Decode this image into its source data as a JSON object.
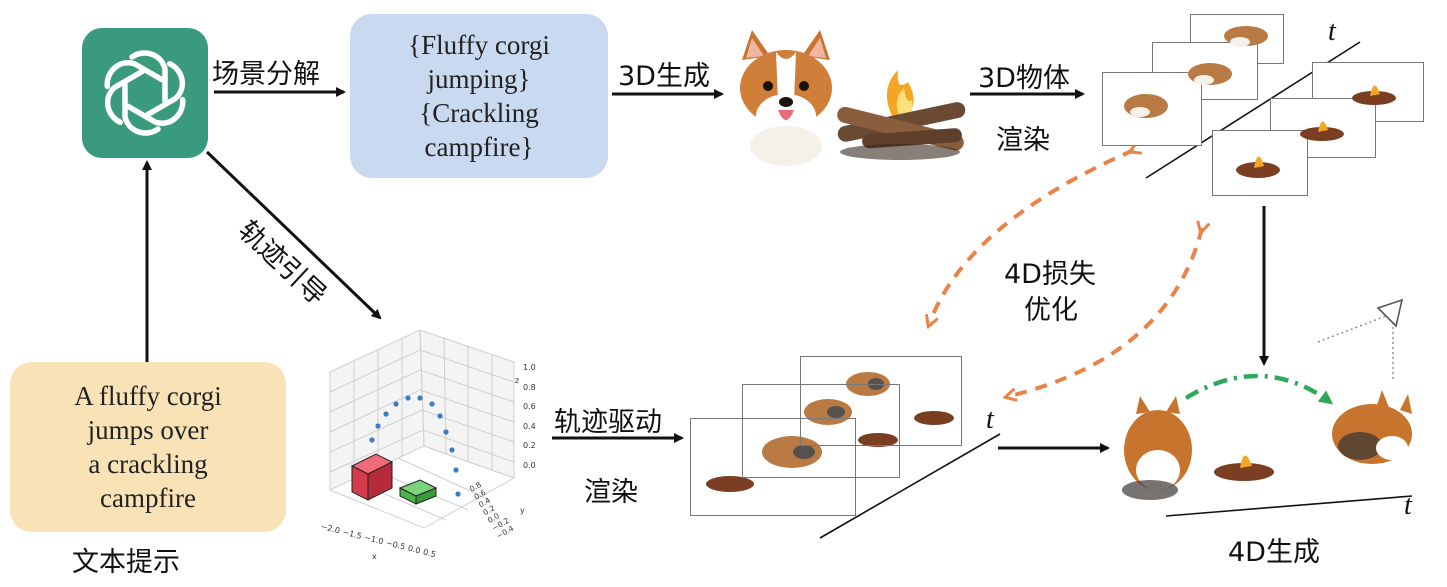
{
  "labels": {
    "scene_decompose": "场景分解",
    "gen_3d": "3D生成",
    "render_3d_line1": "3D物体",
    "render_3d_line2": "渲染",
    "traj_guide": "轨迹引导",
    "traj_render_line1": "轨迹驱动",
    "traj_render_line2": "渲染",
    "loss_line1": "4D损失",
    "loss_line2": "优化",
    "prompt_caption": "文本提示",
    "gen_4d": "4D生成",
    "t": "t"
  },
  "prompt_box": {
    "lines": [
      "A fluffy corgi",
      "jumps over",
      "a crackling",
      "campfire"
    ]
  },
  "scene_box": {
    "lines": [
      "{Fluffy corgi",
      "jumping}",
      "{Crackling",
      "campfire}"
    ]
  },
  "plot3d": {
    "z_ticks": [
      "1.0",
      "0.8",
      "0.6",
      "0.4",
      "0.2",
      "0.0"
    ],
    "x_ticks": [
      "−2.0",
      "−1.5",
      "−1.0",
      "−0.5",
      "0.0",
      "0.5"
    ],
    "y_ticks": [
      "0.8",
      "0.6",
      "0.4",
      "0.2",
      "0.0",
      "−0.2",
      "−0.4"
    ],
    "x_label": "x",
    "y_label": "y",
    "z_label": "z"
  },
  "colors": {
    "openai_tile": "#3a9a7d",
    "prompt_fill": "#f8e2b6",
    "scene_fill": "#c9d9ef",
    "loss_arrow": "#e9834a",
    "traj_arrow": "#2fa85a",
    "cube_red": "#d63b4c",
    "cube_green": "#4cb44c"
  }
}
